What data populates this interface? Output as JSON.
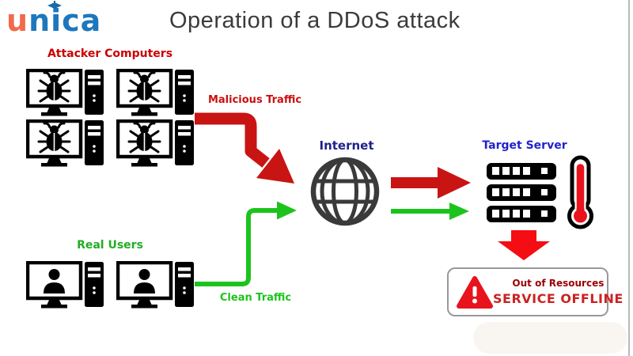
{
  "logo": {
    "u": "u",
    "n": "n",
    "i": "i",
    "ca": "ca"
  },
  "header": {
    "title": "Operation of a DDoS attack"
  },
  "attackers": {
    "label": "Attacker Computers",
    "count": 4
  },
  "real_users": {
    "label": "Real Users",
    "count": 2
  },
  "flows": {
    "malicious": "Malicious Traffic",
    "clean": "Clean Traffic"
  },
  "internet": {
    "label": "Internet"
  },
  "target_server": {
    "label": "Target Server"
  },
  "alert": {
    "line1": "Out of Resources",
    "line2": "SERVICE OFFLINE"
  },
  "icons": {
    "attacker_screen": "bug-icon",
    "user_screen": "person-icon",
    "network": "globe-icon",
    "server": "server-stack-icon",
    "overload": "thermometer-icon",
    "alert": "warning-triangle-icon",
    "logo_cap": "graduation-cap-icon"
  },
  "colors": {
    "malicious_red": "#c91414",
    "clean_green": "#1dc31d",
    "label_red": "#cc0000",
    "label_green": "#22ad22",
    "internet_navy": "#22228b",
    "server_blue": "#2222cc",
    "alert_dark_red": "#990000",
    "offline_red": "#cc2222",
    "title_gray": "#3b3b3b",
    "logo_coral": "#f2694c",
    "logo_blue": "#1d77bd"
  }
}
